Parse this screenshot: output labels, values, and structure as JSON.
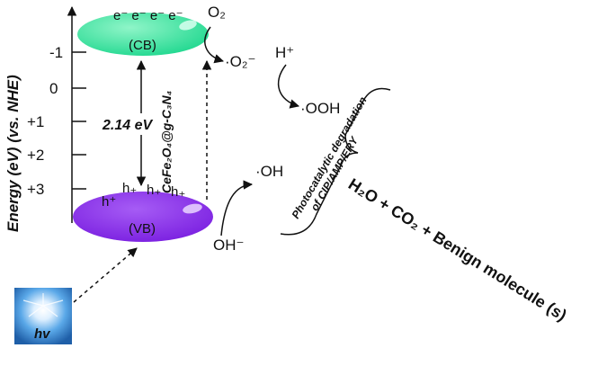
{
  "axis": {
    "label": "Energy (eV) (vs. NHE)",
    "ticks": [
      "-1",
      "0",
      "+1",
      "+2",
      "+3"
    ]
  },
  "cb": {
    "label": "(CB)",
    "electrons": "e⁻ e⁻ e⁻ e⁻",
    "color": "#3ee8a0"
  },
  "vb": {
    "label": "(VB)",
    "holes": [
      "h⁺",
      "h₊",
      "h₊",
      "h₊"
    ],
    "color": "#8a2be2"
  },
  "bandgap": "2.14 eV",
  "material": "CeFe₂O₄@g-C₃N₄",
  "light": {
    "label": "hv",
    "color": "#2f80d0"
  },
  "species": {
    "o2": "O₂",
    "superoxide": "·O₂⁻",
    "proton": "H⁺",
    "hydroperoxyl": "·OOH",
    "hydroxyl_radical": "·OH",
    "hydroxide": "OH⁻"
  },
  "degradation": {
    "line1": "Photocatalytic degradation",
    "line2": "of CIP/AMP/ERY",
    "color": "#e01010"
  },
  "products": "H₂O + CO₂ + Benign molecule (s)"
}
